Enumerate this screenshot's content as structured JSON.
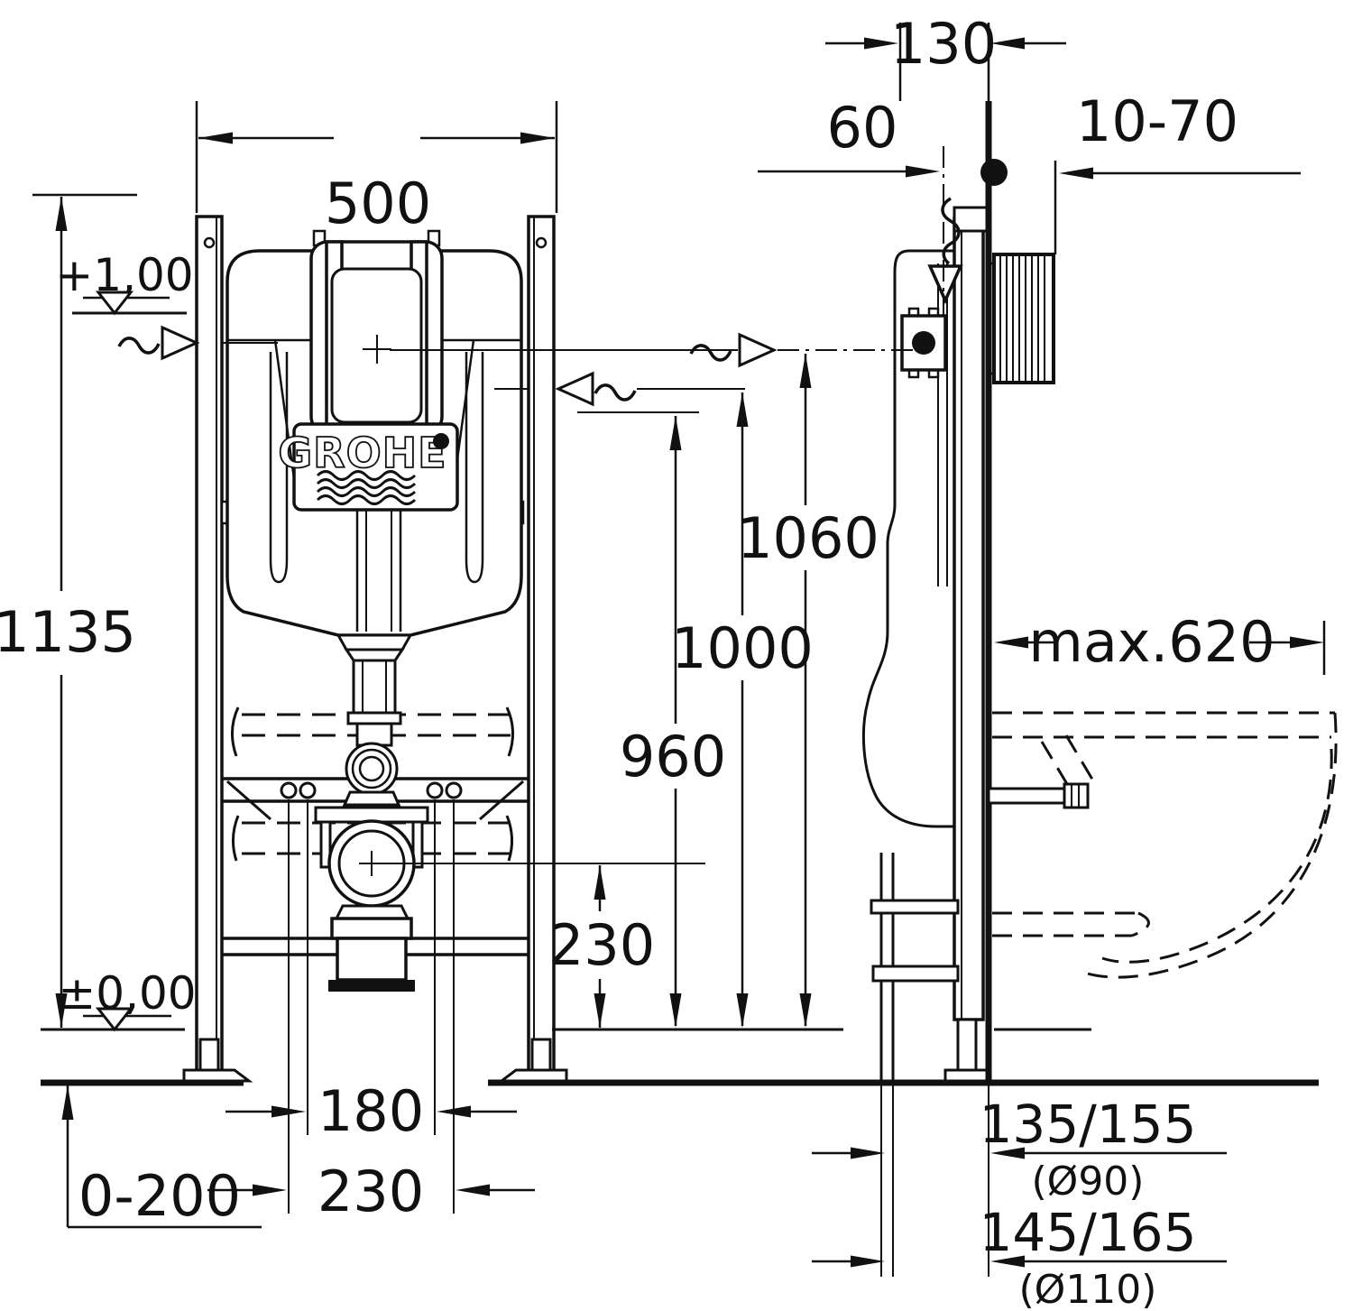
{
  "page": {
    "background": "#ffffff",
    "ink": "#111111"
  },
  "brand": {
    "logo": "GROHE"
  },
  "front_view": {
    "width_mm": "500",
    "height_mm": "1135",
    "upper_level": "+1,00",
    "zero_level": "±0,00",
    "flush_plate_center_height": "1060",
    "supply_line_height": "1000",
    "cistern_level_height": "960",
    "drain_center_height": "230",
    "bolt_spacing": "180",
    "drain_spacing": "230",
    "foot_adjust_range": "0-200"
  },
  "side_view": {
    "frame_depth": "130",
    "supply_to_wall": "60",
    "plate_adjust_range": "10-70",
    "bowl_max_depth": "max.620",
    "drain_offset_small": "135/155",
    "drain_offset_small_dia": "(Ø90)",
    "drain_offset_large": "145/165",
    "drain_offset_large_dia": "(Ø110)"
  }
}
